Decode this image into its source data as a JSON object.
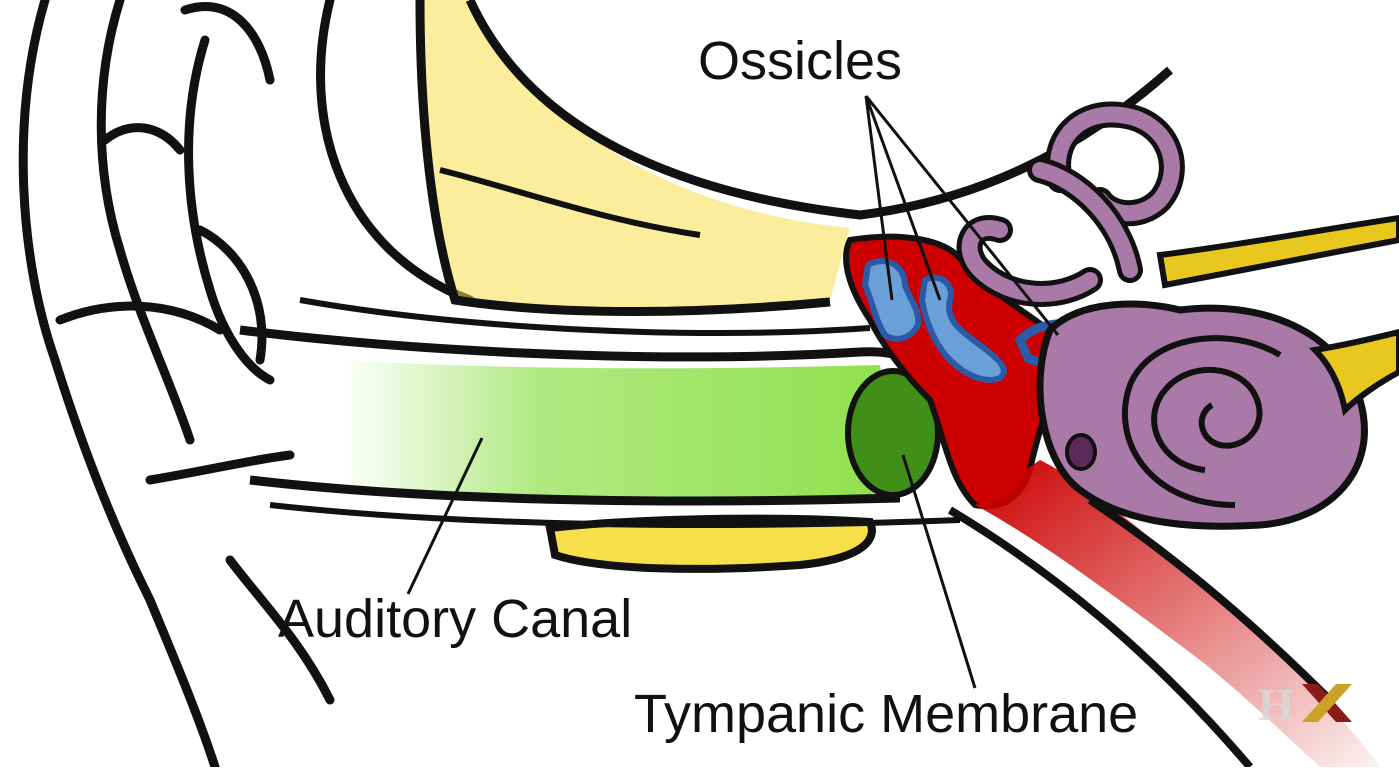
{
  "labels": {
    "ossicles": "Ossicles",
    "auditory_canal": "Auditory Canal",
    "tympanic_membrane": "Tympanic Membrane"
  },
  "watermark": {
    "logo": "HX",
    "colors": {
      "h": "#d9d9d9",
      "x_dark": "#8b1a1a",
      "x_gold": "#c9a227"
    }
  },
  "colors": {
    "outline": "#111111",
    "bone_yellow": "#f7df4a",
    "canal_green": "#8fe04c",
    "membrane_green": "#3f8f18",
    "middle_ear_red": "#cc0000",
    "ossicle_blue": "#6aa0d8",
    "ossicle_dark_blue": "#2a5aa8",
    "inner_ear_purple": "#a97aa8",
    "nerve_yellow": "#e8c81e"
  }
}
